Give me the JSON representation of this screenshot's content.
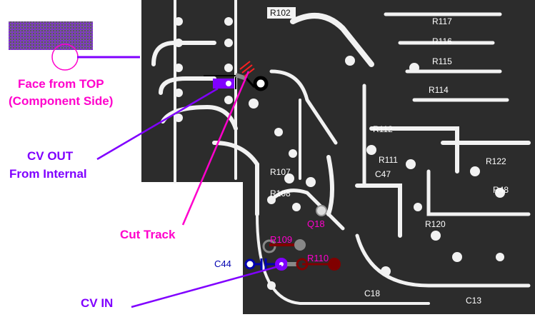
{
  "annotations": {
    "face_from_top": "Face from TOP",
    "component_side": "(Component Side)",
    "cv_out": "CV OUT",
    "from_internal": "From Internal",
    "cut_track": "Cut Track",
    "cv_in": "CV IN"
  },
  "components": {
    "c44": "C44",
    "r109": "R109",
    "r110": "R110",
    "q18": "Q18"
  },
  "pcb_labels": [
    "R117",
    "R116",
    "R115",
    "R114",
    "R112",
    "R111",
    "C47",
    "R107",
    "R108",
    "R122",
    "R48",
    "R102",
    "C18",
    "R120",
    "C13"
  ],
  "colors": {
    "purple": "#8000ff",
    "magenta": "#ff00cc",
    "dark_red": "#800000",
    "blue": "#0000b0",
    "pcb_dark": "#2c2c2c"
  }
}
